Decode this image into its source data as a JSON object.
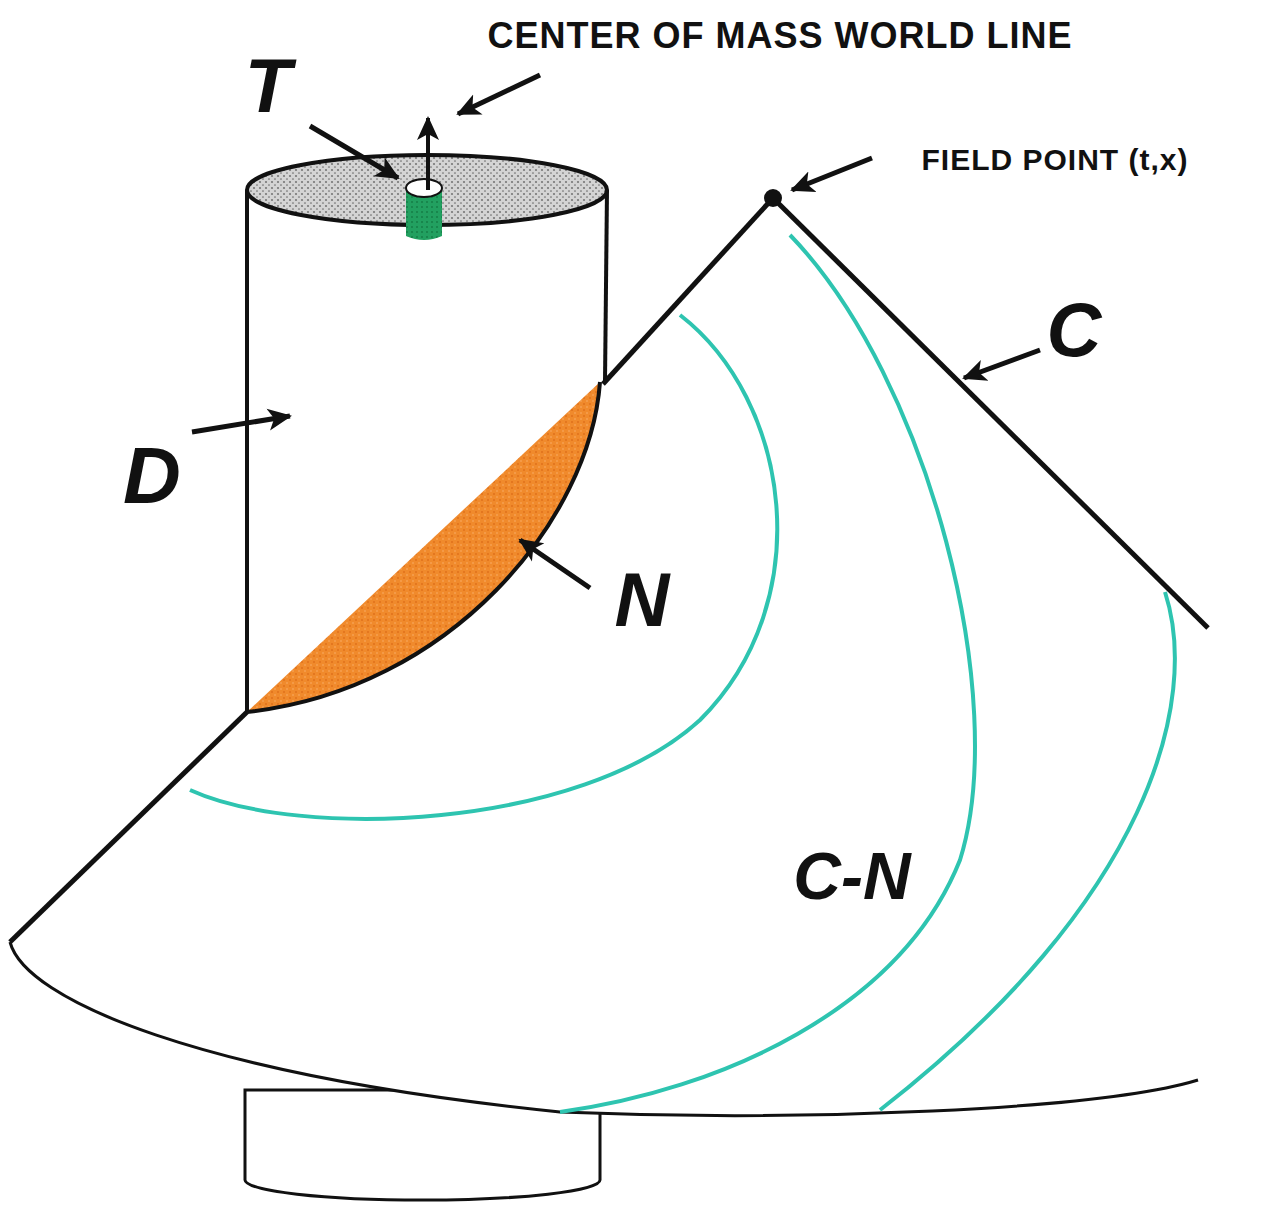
{
  "diagram": {
    "labels": [
      "CENTER OF MASS WORLD LINE",
      "T",
      "FIELD POINT (t,x)",
      "C",
      "D",
      "N",
      "C-N"
    ]
  }
}
